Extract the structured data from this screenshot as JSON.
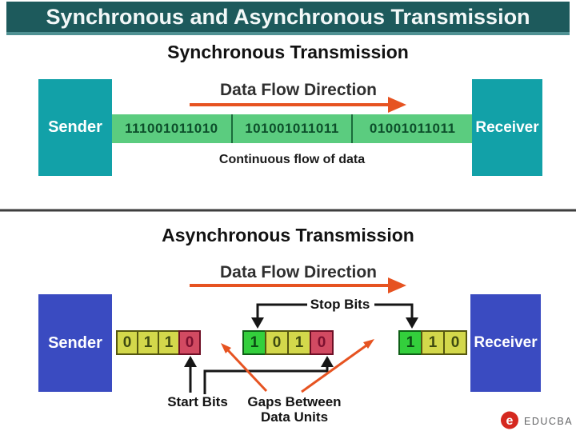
{
  "header": {
    "title": "Synchronous and Asynchronous Transmission"
  },
  "sync": {
    "title": "Synchronous Transmission",
    "flow_label": "Data Flow Direction",
    "sender_label": "Sender",
    "receiver_label": "Receiver",
    "stream_segments": [
      "111001011010",
      "101001011011",
      "01001011011"
    ],
    "caption": "Continuous flow of data"
  },
  "async": {
    "title": "Asynchronous Transmission",
    "flow_label": "Data Flow Direction",
    "sender_label": "Sender",
    "receiver_label": "Receiver",
    "units": [
      {
        "bits": [
          {
            "v": "0",
            "c": "yellow"
          },
          {
            "v": "1",
            "c": "yellow"
          },
          {
            "v": "1",
            "c": "yellow"
          },
          {
            "v": "0",
            "c": "red"
          }
        ]
      },
      {
        "bits": [
          {
            "v": "1",
            "c": "green"
          },
          {
            "v": "0",
            "c": "yellow"
          },
          {
            "v": "1",
            "c": "yellow"
          },
          {
            "v": "0",
            "c": "red"
          }
        ]
      },
      {
        "bits": [
          {
            "v": "1",
            "c": "green"
          },
          {
            "v": "1",
            "c": "yellow"
          },
          {
            "v": "0",
            "c": "yellow"
          }
        ]
      }
    ],
    "labels": {
      "stop_bits": "Stop Bits",
      "start_bits": "Start Bits",
      "gaps_line1": "Gaps Between",
      "gaps_line2": "Data Units"
    }
  },
  "footer": {
    "brand": "EDUCBA"
  },
  "colors": {
    "header_bg": "#1d5a5c",
    "sync_box_teal": "#12a1a8",
    "async_box_blue": "#3a4bc1",
    "stream_green": "#5bcc7f",
    "bit_yellow": "#d3d84b",
    "bit_green": "#33cf3c",
    "bit_red": "#d24a62",
    "arrow_orange": "#e65321",
    "connector_black": "#161616",
    "brand_red": "#d5281f"
  }
}
